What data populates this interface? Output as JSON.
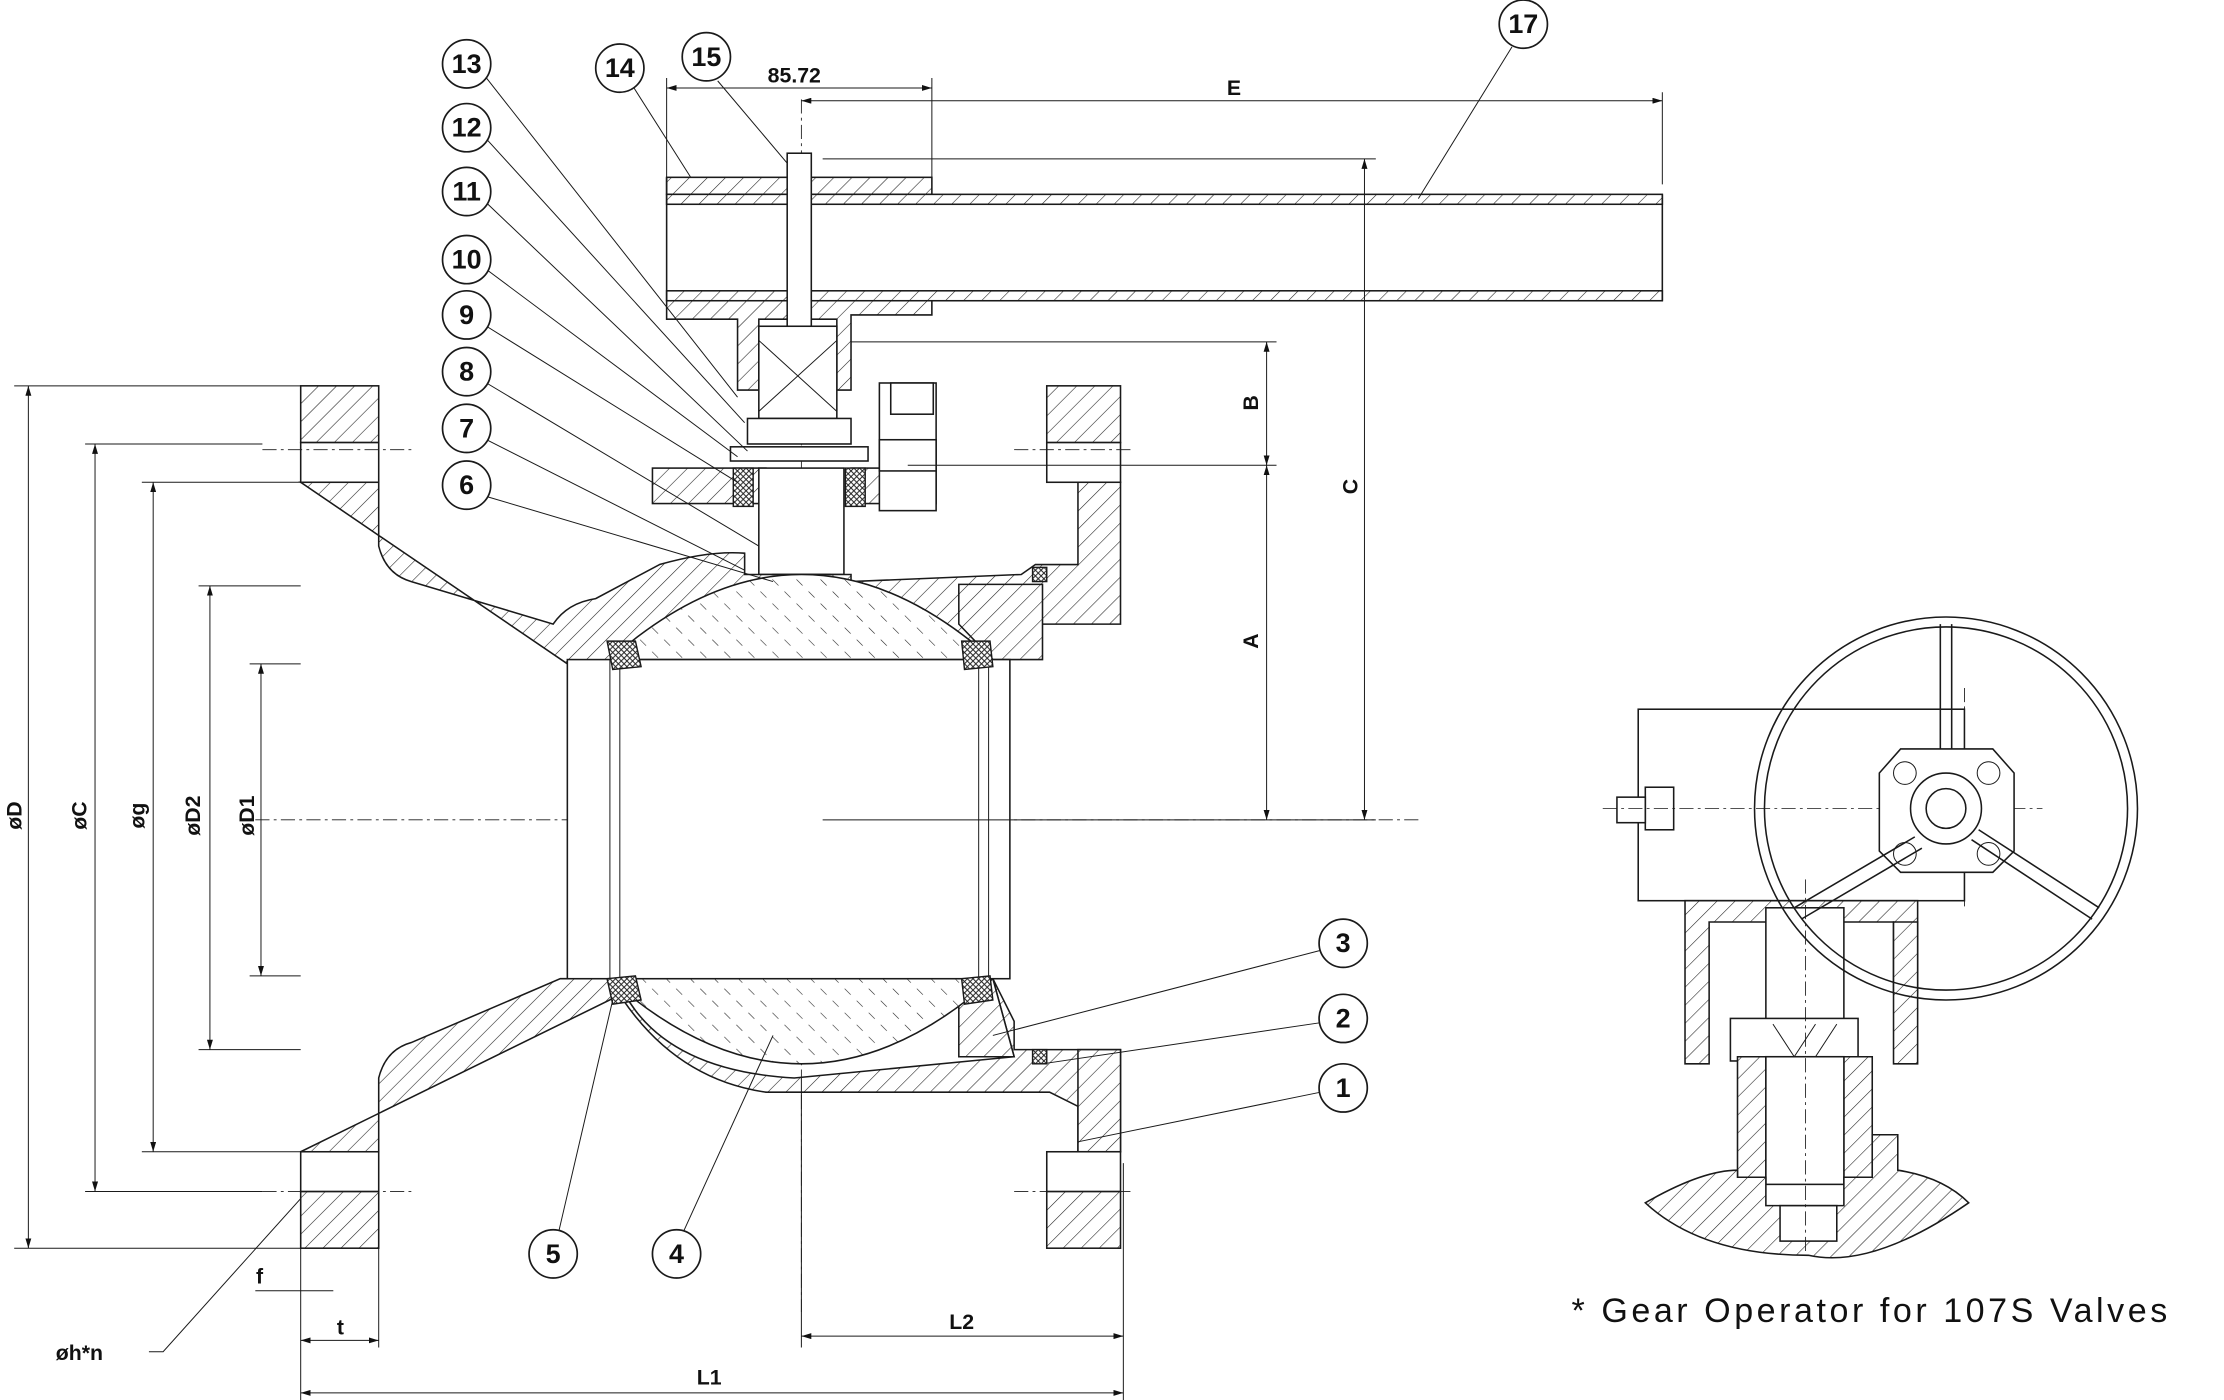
{
  "drawing": {
    "balloons": [
      "1",
      "2",
      "3",
      "4",
      "5",
      "6",
      "7",
      "8",
      "9",
      "10",
      "11",
      "12",
      "13",
      "14",
      "15",
      "17"
    ],
    "dimensions": {
      "handle_offset": "85.72",
      "E": "E",
      "B": "B",
      "C": "C",
      "A": "A",
      "D": "øD",
      "C_dia": "øC",
      "g": "øg",
      "D2": "øD2",
      "D1": "øD1",
      "f": "f",
      "t": "t",
      "L1": "L1",
      "L2": "L2",
      "h_n": "øh*n"
    },
    "caption": "* Gear Operator for 107S Valves"
  }
}
